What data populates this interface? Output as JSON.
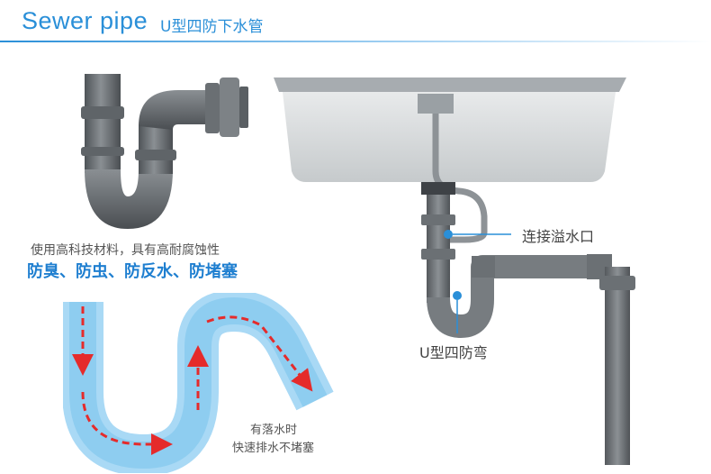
{
  "header": {
    "title_en": "Sewer pipe",
    "title_cn": "U型四防下水管"
  },
  "left_panel": {
    "description": "使用高科技材料，具有高耐腐蚀性",
    "features": "防臭、防虫、防反水、防堵塞"
  },
  "flow_note": {
    "line1": "有落水时",
    "line2": "快速排水不堵塞"
  },
  "callouts": {
    "overflow": "连接溢水口",
    "u_bend": "U型四防弯"
  },
  "colors": {
    "brand_blue": "#2a8fd8",
    "pipe_gray": "#6f7478",
    "flow_arrow": "#e52b2b",
    "water": "#9fd4f3"
  }
}
